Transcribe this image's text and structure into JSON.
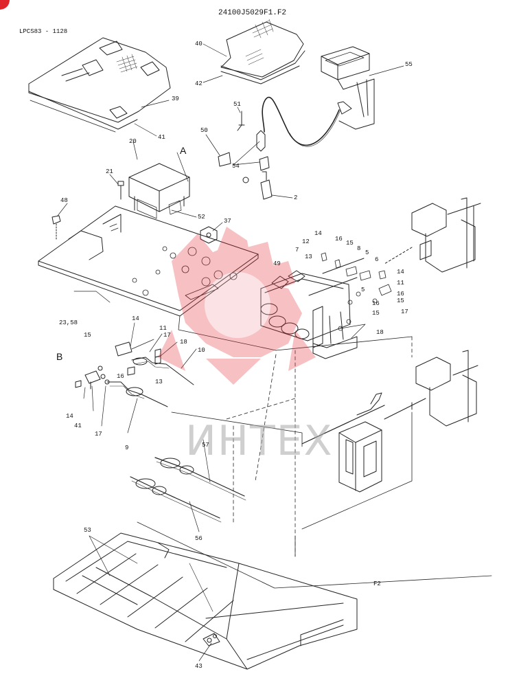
{
  "header": {
    "drawing_no": "24100J5029F1.F2",
    "sheet_code": "LPCS83 - 1128"
  },
  "views": {
    "a": "A",
    "b": "B"
  },
  "watermark": {
    "text": "ИНТЕХ",
    "color": "#e8323c"
  },
  "callouts": [
    {
      "id": "c-40",
      "text": "40"
    },
    {
      "id": "c-42",
      "text": "42"
    },
    {
      "id": "c-55",
      "text": "55"
    },
    {
      "id": "c-39",
      "text": "39"
    },
    {
      "id": "c-41-top",
      "text": "41"
    },
    {
      "id": "c-20",
      "text": "20"
    },
    {
      "id": "c-51",
      "text": "51"
    },
    {
      "id": "c-50",
      "text": "50"
    },
    {
      "id": "c-54",
      "text": "54"
    },
    {
      "id": "c-2",
      "text": "2"
    },
    {
      "id": "c-21",
      "text": "21"
    },
    {
      "id": "c-52",
      "text": "52"
    },
    {
      "id": "c-48",
      "text": "48"
    },
    {
      "id": "c-37",
      "text": "37"
    },
    {
      "id": "c-14-a",
      "text": "14"
    },
    {
      "id": "c-12",
      "text": "12"
    },
    {
      "id": "c-16-a",
      "text": "16"
    },
    {
      "id": "c-7",
      "text": "7"
    },
    {
      "id": "c-15-a",
      "text": "15"
    },
    {
      "id": "c-13",
      "text": "13"
    },
    {
      "id": "c-8",
      "text": "8"
    },
    {
      "id": "c-5-a",
      "text": "5"
    },
    {
      "id": "c-49",
      "text": "49"
    },
    {
      "id": "c-6",
      "text": "6"
    },
    {
      "id": "c-14-b",
      "text": "14"
    },
    {
      "id": "c-11-a",
      "text": "11"
    },
    {
      "id": "c-5-b",
      "text": "5"
    },
    {
      "id": "c-16-b",
      "text": "16"
    },
    {
      "id": "c-15-b",
      "text": "15"
    },
    {
      "id": "c-16-c",
      "text": "16"
    },
    {
      "id": "c-15-c",
      "text": "15"
    },
    {
      "id": "c-17-a",
      "text": "17"
    },
    {
      "id": "c-18-a",
      "text": "18"
    },
    {
      "id": "c-23",
      "text": "23,58"
    },
    {
      "id": "c-14-c",
      "text": "14"
    },
    {
      "id": "c-11-b",
      "text": "11"
    },
    {
      "id": "c-17-b",
      "text": "17"
    },
    {
      "id": "c-18-b",
      "text": "18"
    },
    {
      "id": "c-10",
      "text": "10"
    },
    {
      "id": "c-15-d",
      "text": "15"
    },
    {
      "id": "c-16-d",
      "text": "16"
    },
    {
      "id": "c-13-b",
      "text": "13"
    },
    {
      "id": "c-14-d",
      "text": "14"
    },
    {
      "id": "c-41-b",
      "text": "41"
    },
    {
      "id": "c-17-c",
      "text": "17"
    },
    {
      "id": "c-9",
      "text": "9"
    },
    {
      "id": "c-57",
      "text": "57"
    },
    {
      "id": "c-56",
      "text": "56"
    },
    {
      "id": "c-53",
      "text": "53"
    },
    {
      "id": "c-f2",
      "text": "F2"
    },
    {
      "id": "c-43",
      "text": "43"
    }
  ]
}
